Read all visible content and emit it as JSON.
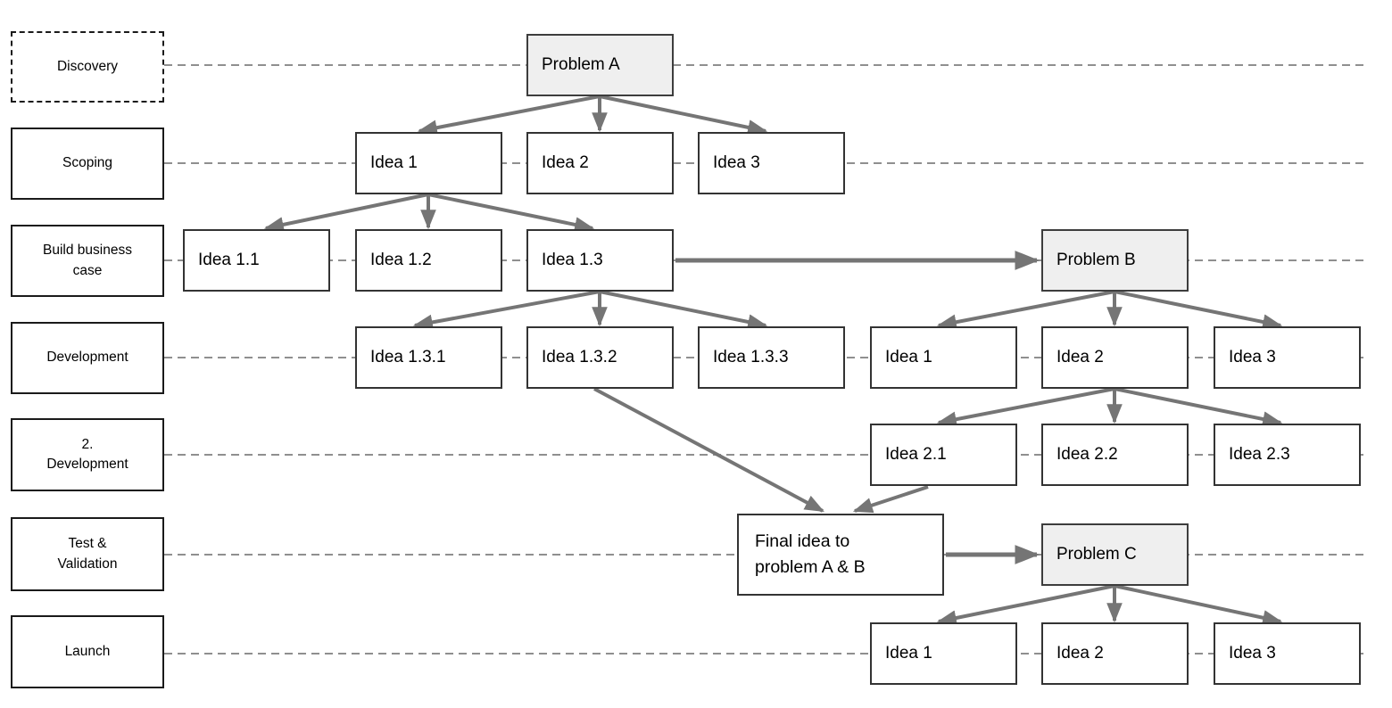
{
  "colors": {
    "background": "#ffffff",
    "node_fill": "#ffffff",
    "problem_fill": "#efefef",
    "node_border": "#333333",
    "stage_border": "#1a1a1a",
    "arrow": "#757575",
    "guideline": "#8f8f8f",
    "text": "#000000"
  },
  "stages": [
    {
      "label": "Discovery"
    },
    {
      "label": "Scoping"
    },
    {
      "label": "Build business case"
    },
    {
      "label": "Development"
    },
    {
      "label": "2. Development"
    },
    {
      "label": "Test & Validation"
    },
    {
      "label": "Launch"
    }
  ],
  "nodes": [
    {
      "id": "problem-a",
      "label": "Problem A",
      "kind": "problem"
    },
    {
      "id": "idea-1",
      "label": "Idea 1",
      "kind": "idea"
    },
    {
      "id": "idea-2",
      "label": "Idea 2",
      "kind": "idea"
    },
    {
      "id": "idea-3",
      "label": "Idea 3",
      "kind": "idea"
    },
    {
      "id": "idea-1-1",
      "label": "Idea 1.1",
      "kind": "idea"
    },
    {
      "id": "idea-1-2",
      "label": "Idea 1.2",
      "kind": "idea"
    },
    {
      "id": "idea-1-3",
      "label": "Idea 1.3",
      "kind": "idea"
    },
    {
      "id": "problem-b",
      "label": "Problem B",
      "kind": "problem"
    },
    {
      "id": "idea-1-3-1",
      "label": "Idea 1.3.1",
      "kind": "idea"
    },
    {
      "id": "idea-1-3-2",
      "label": "Idea 1.3.2",
      "kind": "idea"
    },
    {
      "id": "idea-1-3-3",
      "label": "Idea 1.3.3",
      "kind": "idea"
    },
    {
      "id": "dev-idea-1",
      "label": "Idea 1",
      "kind": "idea"
    },
    {
      "id": "dev-idea-2",
      "label": "Idea 2",
      "kind": "idea"
    },
    {
      "id": "dev-idea-3",
      "label": "Idea 3",
      "kind": "idea"
    },
    {
      "id": "idea-2-1",
      "label": "Idea 2.1",
      "kind": "idea"
    },
    {
      "id": "idea-2-2",
      "label": "Idea 2.2",
      "kind": "idea"
    },
    {
      "id": "idea-2-3",
      "label": "Idea 2.3",
      "kind": "idea"
    },
    {
      "id": "final-idea",
      "label": "Final idea to problem A & B",
      "kind": "idea"
    },
    {
      "id": "problem-c",
      "label": "Problem C",
      "kind": "problem"
    },
    {
      "id": "launch-idea-1",
      "label": "Idea 1",
      "kind": "idea"
    },
    {
      "id": "launch-idea-2",
      "label": "Idea 2",
      "kind": "idea"
    },
    {
      "id": "launch-idea-3",
      "label": "Idea 3",
      "kind": "idea"
    }
  ],
  "edges": [
    {
      "from": "problem-a",
      "to": "idea-1"
    },
    {
      "from": "problem-a",
      "to": "idea-2"
    },
    {
      "from": "problem-a",
      "to": "idea-3"
    },
    {
      "from": "idea-1",
      "to": "idea-1-1"
    },
    {
      "from": "idea-1",
      "to": "idea-1-2"
    },
    {
      "from": "idea-1",
      "to": "idea-1-3"
    },
    {
      "from": "idea-1-3",
      "to": "problem-b"
    },
    {
      "from": "idea-1-3",
      "to": "idea-1-3-1"
    },
    {
      "from": "idea-1-3",
      "to": "idea-1-3-2"
    },
    {
      "from": "idea-1-3",
      "to": "idea-1-3-3"
    },
    {
      "from": "problem-b",
      "to": "dev-idea-1"
    },
    {
      "from": "problem-b",
      "to": "dev-idea-2"
    },
    {
      "from": "problem-b",
      "to": "dev-idea-3"
    },
    {
      "from": "dev-idea-2",
      "to": "idea-2-1"
    },
    {
      "from": "dev-idea-2",
      "to": "idea-2-2"
    },
    {
      "from": "dev-idea-2",
      "to": "idea-2-3"
    },
    {
      "from": "idea-1-3-2",
      "to": "final-idea"
    },
    {
      "from": "idea-2-1",
      "to": "final-idea"
    },
    {
      "from": "final-idea",
      "to": "problem-c"
    },
    {
      "from": "problem-c",
      "to": "launch-idea-1"
    },
    {
      "from": "problem-c",
      "to": "launch-idea-2"
    },
    {
      "from": "problem-c",
      "to": "launch-idea-3"
    }
  ]
}
